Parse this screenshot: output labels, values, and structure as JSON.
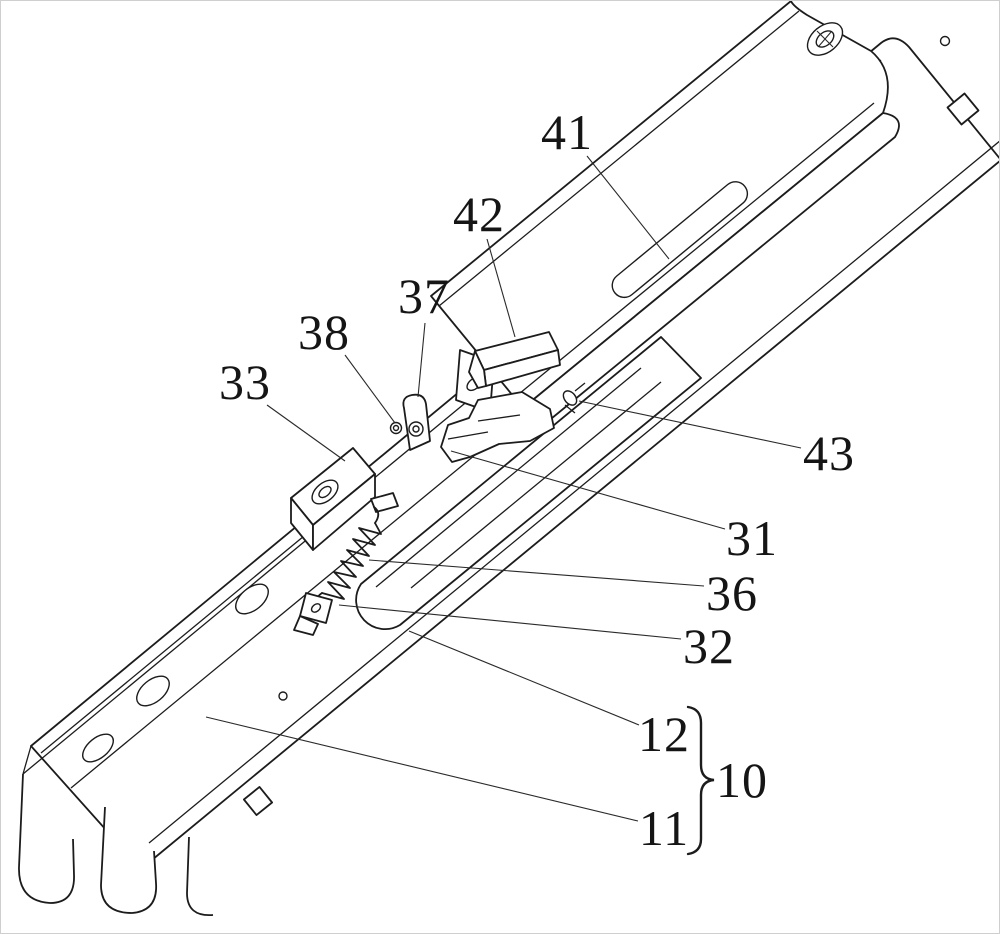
{
  "ink": "#1c1c1c",
  "background": "#ffffff",
  "figure": {
    "type": "patent-style line drawing of a telescoping slide rail assembly with spring lock mechanism",
    "callouts": [
      {
        "id": "41",
        "text": "41"
      },
      {
        "id": "42",
        "text": "42"
      },
      {
        "id": "37",
        "text": "37"
      },
      {
        "id": "38",
        "text": "38"
      },
      {
        "id": "33",
        "text": "33"
      },
      {
        "id": "43",
        "text": "43"
      },
      {
        "id": "31",
        "text": "31"
      },
      {
        "id": "36",
        "text": "36"
      },
      {
        "id": "32",
        "text": "32"
      },
      {
        "id": "12",
        "text": "12"
      },
      {
        "id": "10",
        "text": "10"
      },
      {
        "id": "11",
        "text": "11"
      }
    ],
    "group": {
      "label": "10",
      "members": [
        "12",
        "11"
      ]
    }
  }
}
